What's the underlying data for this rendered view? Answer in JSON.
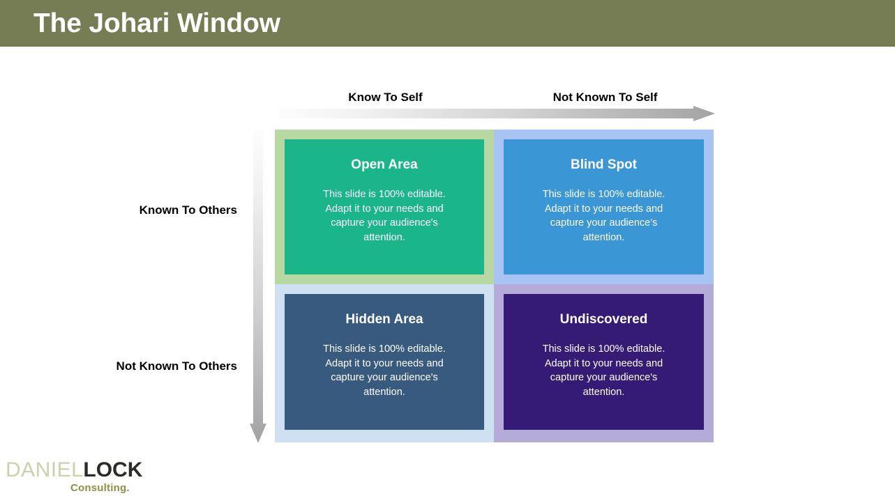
{
  "header": {
    "title": "The Johari Window",
    "bg_color": "#767c53",
    "text_color": "#ffffff"
  },
  "axes": {
    "columns": [
      {
        "label": "Know To Self"
      },
      {
        "label": "Not Known To Self"
      }
    ],
    "rows": [
      {
        "label": "Known To Others"
      },
      {
        "label": "Not Known To Others"
      }
    ],
    "horizontal_arrow": {
      "icon": "right-arrow-gradient-icon",
      "direction": "right",
      "gradient_from": "#fbfbfb",
      "gradient_to": "#a6a6a6"
    },
    "vertical_arrow": {
      "icon": "down-arrow-gradient-icon",
      "direction": "down",
      "gradient_from": "#fbfbfb",
      "gradient_to": "#a6a6a6"
    }
  },
  "body_text": "This slide is 100% editable. Adapt it to your needs and capture your audience's attention.",
  "quadrants": [
    {
      "key": "open-area",
      "title": "Open Area",
      "body": "This slide is 100% editable. Adapt it to your needs and capture your audience's attention.",
      "frame_color": "#b7d8a3",
      "fill_color": "#1bb58a",
      "text_color": "#ffffff"
    },
    {
      "key": "blind-spot",
      "title": "Blind Spot",
      "body": "This slide is 100% editable. Adapt it to your needs and capture your audience's attention.",
      "frame_color": "#a7c4f2",
      "fill_color": "#3a96d4",
      "text_color": "#ffffff"
    },
    {
      "key": "hidden-area",
      "title": "Hidden Area",
      "body": "This slide is 100% editable. Adapt it to your needs and capture your audience's attention.",
      "frame_color": "#cfe0f2",
      "fill_color": "#375a7e",
      "text_color": "#ffffff"
    },
    {
      "key": "undiscovered",
      "title": "Undiscovered",
      "body": "This slide is 100% editable. Adapt it to your needs and capture your audience's attention.",
      "frame_color": "#b4abd9",
      "fill_color": "#351b75",
      "text_color": "#ffffff"
    }
  ],
  "logo": {
    "word_light": "DANIEL",
    "word_bold": "LOCK",
    "tagline": "Consulting.",
    "light_color": "#cdd0ad",
    "bold_color": "#2b2b28",
    "tagline_color": "#8b9145"
  }
}
